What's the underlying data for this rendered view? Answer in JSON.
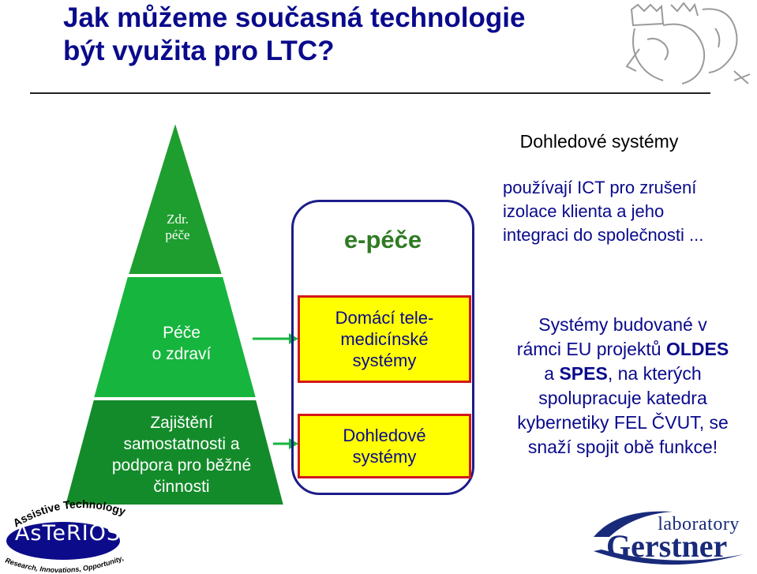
{
  "slide": {
    "title_line1": "Jak můžeme současná technologie",
    "title_line2": "být využita pro LTC?"
  },
  "pyramid": {
    "top_label_line1": "Zdr.",
    "top_label_line2": "péče",
    "middle_label_line1": "Péče",
    "middle_label_line2": "o zdraví",
    "bottom_label_line1": "Zajištění",
    "bottom_label_line2": "samostatnosti a",
    "bottom_label_line3": "podpora pro běžné",
    "bottom_label_line4": "činnosti",
    "colors": {
      "top": "#1d9e2e",
      "middle": "#16b53e",
      "bottom": "#138b2a"
    }
  },
  "epece": {
    "label": "e-péče",
    "box1_line1": "Domácí tele-",
    "box1_line2": "medicínské",
    "box1_line3": "systémy",
    "box2_line1": "Dohledové",
    "box2_line2": "systémy"
  },
  "right": {
    "title": "Dohledové systémy",
    "desc_line1": "používají ICT pro zrušení",
    "desc_line2": "izolace klienta a jeho",
    "desc_line3": "integraci do společnosti ...",
    "para_line1": "Systémy budované v",
    "para_line2_pre": "rámci EU projektů ",
    "para_line2_bold": "OLDES",
    "para_line3_pre": "a ",
    "para_line3_bold": "SPES",
    "para_line3_post": ", na kterých",
    "para_line4": "spolupracuje katedra",
    "para_line5": "kybernetiky FEL ČVUT, se",
    "para_line6": "snaží spojit obě funkce!"
  },
  "logos": {
    "asterios_name": "AsTeRIOS",
    "asterios_arc_top": "Assistive Technology",
    "asterios_arc_bottom": "Research, Innovations, Opportunity, Service",
    "gerstner_small": "laboratory",
    "gerstner_name": "Gerstner",
    "crest_icon": "czech-lion-crest-icon"
  }
}
